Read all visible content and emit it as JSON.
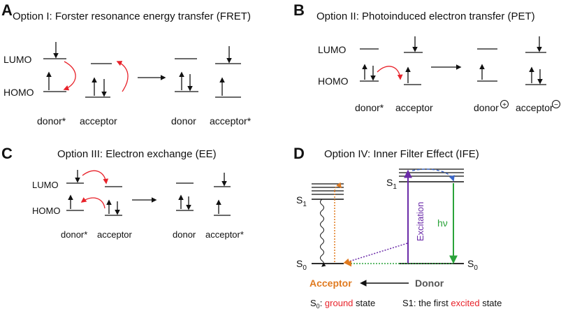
{
  "panels": {
    "A": {
      "letter": "A",
      "title": "Option I: Forster resonance energy transfer (FRET)",
      "lumo": "LUMO",
      "homo": "HOMO",
      "labels": [
        "donor*",
        "acceptor",
        "donor",
        "acceptor*"
      ]
    },
    "B": {
      "letter": "B",
      "title": "Option II: Photoinduced electron transfer (PET)",
      "lumo": "LUMO",
      "homo": "HOMO",
      "labels": [
        "donor*",
        "acceptor",
        "donor",
        "acceptor"
      ],
      "charges": [
        "+",
        "−"
      ]
    },
    "C": {
      "letter": "C",
      "title": "Option III: Electron exchange (EE)",
      "lumo": "LUMO",
      "homo": "HOMO",
      "labels": [
        "donor*",
        "acceptor",
        "donor",
        "acceptor*"
      ]
    },
    "D": {
      "letter": "D",
      "title": "Option IV: Inner Filter Effect (IFE)",
      "s1": "S",
      "s1_sub": "1",
      "s0": "S",
      "s0_sub": "0",
      "excitation": "Excitation",
      "hv": "hν",
      "acceptor": "Acceptor",
      "donor": "Donor",
      "legend_s0_pre": "S",
      "legend_s0_sub": "0",
      "legend_s0_colon": ": ",
      "legend_s0_word": "ground",
      "legend_s0_post": " state",
      "legend_s1_pre": "S1: the first ",
      "legend_s1_word": "excited",
      "legend_s1_post": " state"
    }
  },
  "colors": {
    "red_arrow": "#e8222a",
    "orange": "#e07a1f",
    "purple": "#6a2aa8",
    "green": "#2aa33a",
    "blue_dash": "#3a66c8",
    "red_text": "#e8222a"
  }
}
